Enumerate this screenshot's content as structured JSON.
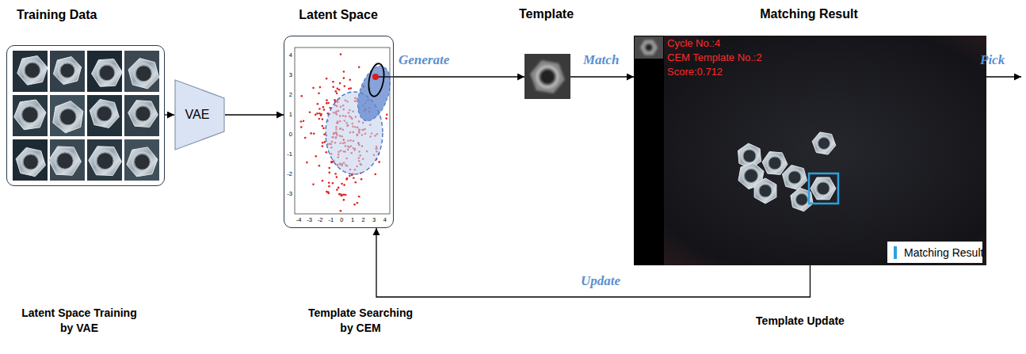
{
  "diagram": {
    "nodes": [
      {
        "text": [
          "Training Data"
        ]
      },
      {
        "text": [
          "VAE"
        ]
      },
      {
        "text": [
          "Latent Space"
        ]
      },
      {
        "text": [
          "Template"
        ]
      },
      {
        "text": [
          "Matching Result",
          "Cycle No.:4",
          "CEM Template No.:2",
          "Score:0.712"
        ]
      }
    ],
    "edges": [
      {
        "from": 0,
        "to": 1,
        "arrow": "to"
      },
      {
        "from": 1,
        "to": 2,
        "arrow": "to"
      },
      {
        "from": 2,
        "to": 3,
        "label": "Generate",
        "arrow": "to"
      },
      {
        "from": 3,
        "to": 4,
        "label": "Match",
        "arrow": "to"
      },
      {
        "from": 4,
        "to": 2,
        "label": "Update",
        "arrow": "to"
      }
    ],
    "labels": [
      "Pick",
      "-4",
      "-3",
      "-2",
      "-1",
      "0",
      "1",
      "2",
      "3",
      "4",
      "4",
      "3",
      "2",
      "1",
      "0",
      "-1",
      "-2",
      "-3",
      "Latent Space Training by VAE",
      "Template Searching by CEM",
      "Template Update"
    ],
    "legend": [
      {
        "text": "Matching Result"
      }
    ]
  }
}
